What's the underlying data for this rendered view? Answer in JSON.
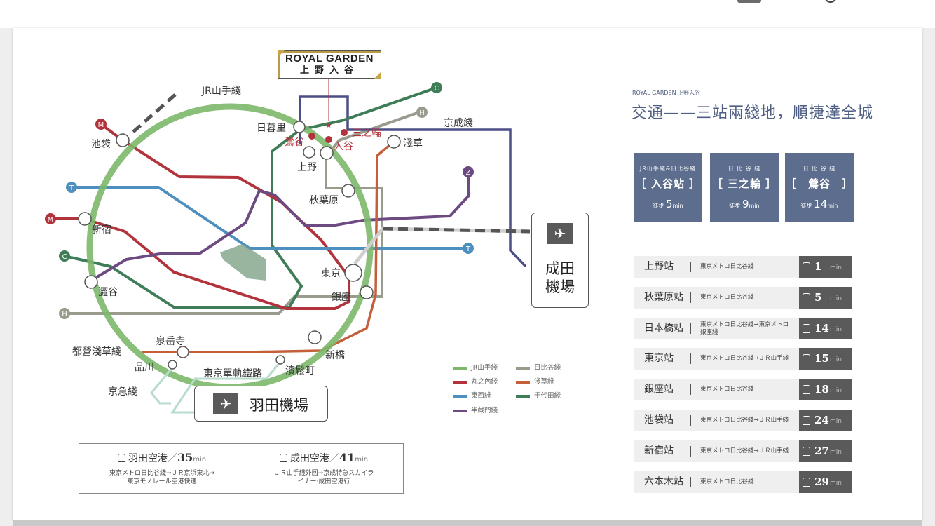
{
  "logo": {
    "line1": "ROYAL GARDEN",
    "line2": "上野入谷"
  },
  "map": {
    "lines": {
      "jr_yamanote": "JR山手綫",
      "keisei": "京成綫",
      "toei_asakusa": "都營淺草綫",
      "tokyo_monorail": "東京單軌鐵路",
      "keikyu": "京急綫"
    },
    "stations": {
      "nippori": "日暮里",
      "uguisudani": "鶯谷",
      "iriya": "入谷",
      "minowa": "三之輪",
      "asakusa": "淺草",
      "ueno": "上野",
      "akihabara": "秋葉原",
      "ikebukuro": "池袋",
      "shinjuku": "新宿",
      "shibuya": "澀谷",
      "tokyo": "東京",
      "ginza": "銀座",
      "sengakuji": "泉岳寺",
      "shinagawa": "品川",
      "shimbashi": "新橋",
      "hamamatsucho": "濱鬆町"
    },
    "line_markers": {
      "m": "M",
      "t": "T",
      "c": "C",
      "h": "H",
      "z": "Z"
    },
    "narita": {
      "line1": "成田",
      "line2": "機場",
      "icon": "airplane-icon"
    },
    "haneda": {
      "name": "羽田機場",
      "icon": "airplane-icon"
    }
  },
  "legend": [
    {
      "label": "JR山手綫",
      "color": "#7cb86a"
    },
    {
      "label": "丸之內綫",
      "color": "#b2333b"
    },
    {
      "label": "東西綫",
      "color": "#4d8fbf"
    },
    {
      "label": "半藏門綫",
      "color": "#6d4a82"
    },
    {
      "label": "日比谷綫",
      "color": "#9a9a8d"
    },
    {
      "label": "淺草綫",
      "color": "#c45f3a"
    },
    {
      "label": "千代田綫",
      "color": "#3f7d58"
    }
  ],
  "access": {
    "haneda": {
      "name": "羽田空港",
      "slash": "／",
      "minutes": "35",
      "unit": "min",
      "route1": "東京メトロ日比谷綫→ＪＲ京浜東北→",
      "route2": "東京モノレール空港快速"
    },
    "narita": {
      "name": "成田空港",
      "slash": "／",
      "minutes": "41",
      "unit": "min",
      "route1": "ＪＲ山手綫外回→京成特急スカイラ",
      "route2": "イナー·成田空港行"
    }
  },
  "side": {
    "brand": "ROYAL GARDEN 上野入谷",
    "headline": "交通——三站兩綫地，順捷達全城",
    "cards": [
      {
        "sub": "JR山手綫&日比谷綫",
        "name": "［ 入谷站 ］",
        "walk": "徒步",
        "minutes": "5",
        "unit": "min"
      },
      {
        "sub": "日 比 谷 綫",
        "name": "［ 三之輪 ］",
        "walk": "徒步",
        "minutes": "9",
        "unit": "min"
      },
      {
        "sub": "日 比 谷 綫",
        "name": "［　鶯谷　］",
        "walk": "徒步",
        "minutes": "14",
        "unit": "min"
      }
    ],
    "table": [
      {
        "station": "上野站",
        "route": "東京メトロ日比谷綫",
        "minutes": "1",
        "unit": "min"
      },
      {
        "station": "秋葉原站",
        "route": "東京メトロ日比谷綫",
        "minutes": "5",
        "unit": "min"
      },
      {
        "station": "日本橋站",
        "route": "東京メトロ日比谷綫→東京メトロ銀座綫",
        "minutes": "14",
        "unit": "min"
      },
      {
        "station": "東京站",
        "route": "東京メトロ日比谷綫→ＪＲ山手綫",
        "minutes": "15",
        "unit": "min"
      },
      {
        "station": "銀座站",
        "route": "東京メトロ日比谷綫",
        "minutes": "18",
        "unit": "min"
      },
      {
        "station": "池袋站",
        "route": "東京メトロ日比谷綫→ＪＲ山手綫",
        "minutes": "24",
        "unit": "min"
      },
      {
        "station": "新宿站",
        "route": "東京メトロ日比谷綫→ＪＲ山手綫",
        "minutes": "27",
        "unit": "min"
      },
      {
        "station": "六本木站",
        "route": "東京メトロ日比谷綫",
        "minutes": "29",
        "unit": "min"
      }
    ]
  },
  "colors": {
    "yamanote": "#7cb86a",
    "marunouchi": "#b2333b",
    "tozai": "#4d8fbf",
    "hanzomon": "#6d4a82",
    "hibiya": "#9a9a8d",
    "asakusa": "#c45f3a",
    "chiyoda": "#3f7d58",
    "keisei": "#4c4f86",
    "panel": "#5d6d8d",
    "gold": "#c9a448"
  }
}
